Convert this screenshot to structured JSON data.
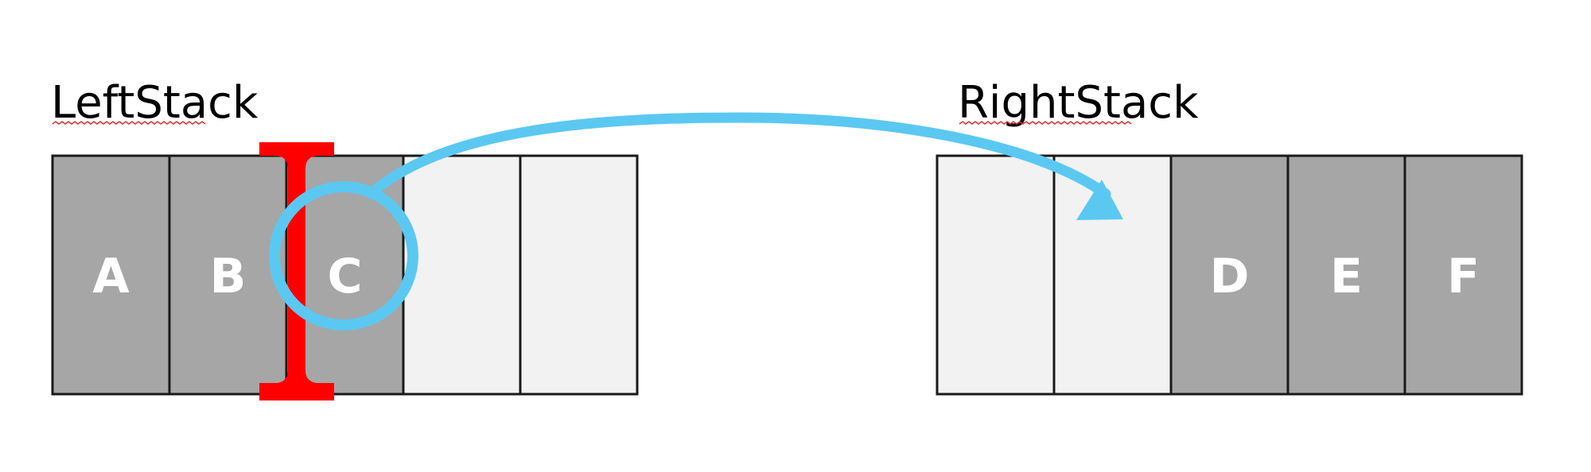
{
  "left_stack": {
    "title": "LeftStack",
    "slots": [
      {
        "label": "A",
        "filled": true
      },
      {
        "label": "B",
        "filled": true
      },
      {
        "label": "C",
        "filled": true
      },
      {
        "label": "",
        "filled": false
      },
      {
        "label": "",
        "filled": false
      }
    ]
  },
  "right_stack": {
    "title": "RightStack",
    "slots": [
      {
        "label": "",
        "filled": false
      },
      {
        "label": "",
        "filled": false
      },
      {
        "label": "D",
        "filled": true
      },
      {
        "label": "E",
        "filled": true
      },
      {
        "label": "F",
        "filled": true
      }
    ]
  },
  "colors": {
    "filled_slot": "#a6a6a6",
    "empty_slot": "#f2f2f2",
    "slot_border": "#1a1a1a",
    "cursor": "#ff0000",
    "highlight": "#5bc8f2",
    "spellcheck_underline": "#e03030"
  },
  "annotations": {
    "cursor_icon": "text-cursor-i-beam-icon",
    "highlight_circle": "circle-highlight-on-C",
    "move_arrow": "curved-arrow-C-to-right-stack"
  }
}
